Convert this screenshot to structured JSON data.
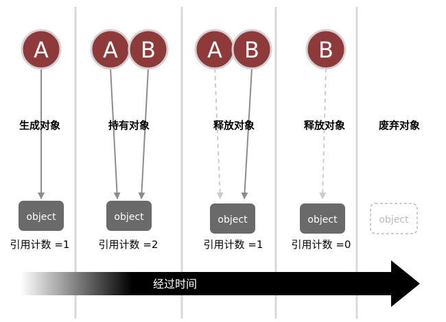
{
  "stages": [
    {
      "label": "生成对象",
      "nodes": [
        {
          "letter": "A",
          "status": "active"
        }
      ],
      "object": {
        "text": "object",
        "status": "live"
      },
      "count": "引用计数 =1"
    },
    {
      "label": "持有对象",
      "nodes": [
        {
          "letter": "A",
          "status": "active"
        },
        {
          "letter": "B",
          "status": "active"
        }
      ],
      "object": {
        "text": "object",
        "status": "live"
      },
      "count": "引用计数 =2"
    },
    {
      "label": "释放对象",
      "nodes": [
        {
          "letter": "A",
          "status": "released"
        },
        {
          "letter": "B",
          "status": "active"
        }
      ],
      "object": {
        "text": "object",
        "status": "live"
      },
      "count": "引用计数 =1"
    },
    {
      "label": "释放对象",
      "nodes": [
        {
          "letter": "B",
          "status": "released"
        }
      ],
      "object": {
        "text": "object",
        "status": "live"
      },
      "count": "引用计数 =0"
    },
    {
      "label": "废弃对象",
      "nodes": [],
      "object": {
        "text": "object",
        "status": "discarded"
      },
      "count": ""
    }
  ],
  "timeline": {
    "label": "经过时间"
  },
  "colors": {
    "circle_fill": "#8f3a3a",
    "circle_stroke": "#d3d3d3",
    "object_fill": "#6a6a6a",
    "solid_arrow": "#8c8c8c",
    "dashed_arrow": "#cccccc",
    "divider": "#d8d8d8",
    "discarded": "#bbbbbb"
  }
}
